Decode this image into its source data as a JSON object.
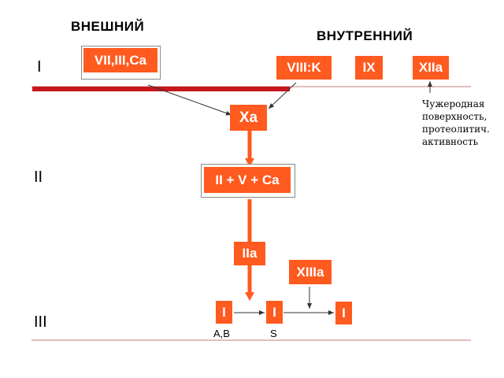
{
  "headings": {
    "external": "ВНЕШНИЙ",
    "internal": "ВНУТРЕННИЙ"
  },
  "phases": {
    "p1": "I",
    "p2": "II",
    "p3": "III"
  },
  "boxes": {
    "vii_iii_ca": "VII,III,Ca",
    "viii_k": "VIII:K",
    "ix": "IX",
    "xiia": "XIIa",
    "xa": "Xa",
    "ii_v_ca": "II + V + Ca",
    "iia": "IIa",
    "xiiia": "XIIIa",
    "i_1": "I",
    "i_2": "I",
    "i_3": "I"
  },
  "labels": {
    "ab": "A,B",
    "s": "S"
  },
  "note": {
    "line1": "Чужеродная",
    "line2": "поверхность,",
    "line3": "протеолитич.",
    "line4": "активность"
  },
  "colors": {
    "box": "#ff5a1f",
    "red_bar": "#c8161d",
    "thin_line": "#d9a8a8"
  }
}
